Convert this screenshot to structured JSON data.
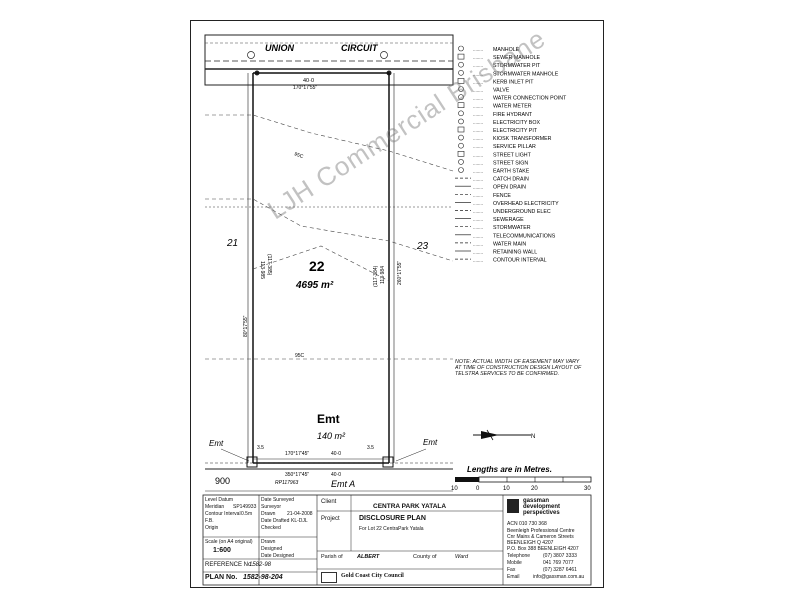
{
  "streets": {
    "union": "UNION",
    "circuit": "CIRCUIT"
  },
  "plan": {
    "front_dim": "40·0",
    "front_bearing": "170°17'55\"",
    "lot_left": "21",
    "lot_right": "23",
    "lot_number": "22",
    "lot_area": "4695 m²",
    "left_side_a": "80°17'55\"",
    "left_side_b": "113·985",
    "left_side_c": "(117·385)",
    "right_side_a": "(117·384)",
    "right_side_b": "113·984",
    "right_side_c": "260°17'55\"",
    "contour_label": "95C",
    "emt_label": "Emt",
    "emt_area": "140 m²",
    "emt_left": "Emt",
    "emt_right": "Emt",
    "rear_bearing": "170°17'45\"",
    "rear_dim": "40·0",
    "lot_900": "900",
    "rp": "RP117963",
    "bottom_bearing": "350°17'45\"",
    "bottom_dim": "40·0",
    "emt_a": "Emt A",
    "small_3": "3.5",
    "small_3b": "3.5",
    "note": "NOTE: ACTUAL WIDTH OF EASEMENT MAY VARY AT TIME OF CONSTRUCTION DESIGN LAYOUT OF TELSTRA SERVICES TO BE CONFIRMED.",
    "lengths": "Lengths are in Metres.",
    "scale_ticks": [
      "10",
      "0",
      "10",
      "20",
      "30"
    ],
    "north": "N"
  },
  "legend": [
    "MANHOLE",
    "SEWER MANHOLE",
    "STORMWATER PIT",
    "STORMWATER MANHOLE",
    "KERB INLET PIT",
    "VALVE",
    "WATER CONNECTION POINT",
    "WATER METER",
    "FIRE HYDRANT",
    "ELECTRICITY BOX",
    "ELECTRICITY PIT",
    "KIOSK TRANSFORMER",
    "SERVICE PILLAR",
    "STREET LIGHT",
    "STREET SIGN",
    "EARTH STAKE",
    "CATCH DRAIN",
    "OPEN DRAIN",
    "FENCE",
    "OVERHEAD ELECTRICITY",
    "UNDERGROUND ELEC",
    "SEWERAGE",
    "STORMWATER",
    "TELECOMMUNICATIONS",
    "WATER MAIN",
    "RETAINING WALL",
    "CONTOUR INTERVAL"
  ],
  "title_block": {
    "level_datum": "Level Datum",
    "meridian": "Meridian",
    "meridian_val": "SP149933",
    "contour_interval": "Contour Interval",
    "contour_val": "0.5m",
    "fb": "F.B.",
    "origin": "Origin",
    "date_surveyed": "Date Surveyed",
    "surveyor": "Surveyor",
    "drawn": "Drawn",
    "drawn_date": "21-04-2008",
    "date_drafted": "Date Drafted",
    "drafted_by": "KL-DJL",
    "checked": "Checked",
    "scale_label": "Scale (on A4 original)",
    "scale": "1:600",
    "designed": "Designed",
    "date_designed": "Date Designed",
    "reference_label": "REFERENCE No.",
    "reference": "1582-98",
    "plan_label": "PLAN No.",
    "plan_no": "1582-98-204",
    "client_label": "Client",
    "client": "CENTRA PARK YATALA",
    "project_label": "Project",
    "project": "DISCLOSURE PLAN",
    "project_sub": "For Lot 22 CentraPark Yatala",
    "parish_label": "Parish of",
    "parish": "ALBERT",
    "county_label": "County of",
    "county": "Ward",
    "council": "Gold Coast City Council",
    "company_1": "gassman",
    "company_2": "development",
    "company_3": "perspectives",
    "acn": "ACN 010 730 368",
    "addr1": "Beenleigh Professional Centre",
    "addr2": "Cnr Mains & Cameron Streets",
    "addr3": "BEENLEIGH Q 4207",
    "addr4": "P.O. Box 388 BEENLEIGH 4207",
    "tel_label": "Telephone",
    "tel": "(07) 3807 3333",
    "mob_label": "Mobile",
    "mob": "041 769 7077",
    "fax_label": "Fax",
    "fax": "(07) 3287 6461",
    "email_label": "Email",
    "email": "info@gassman.com.au"
  },
  "watermark": "LJH Commercial Brisbane"
}
